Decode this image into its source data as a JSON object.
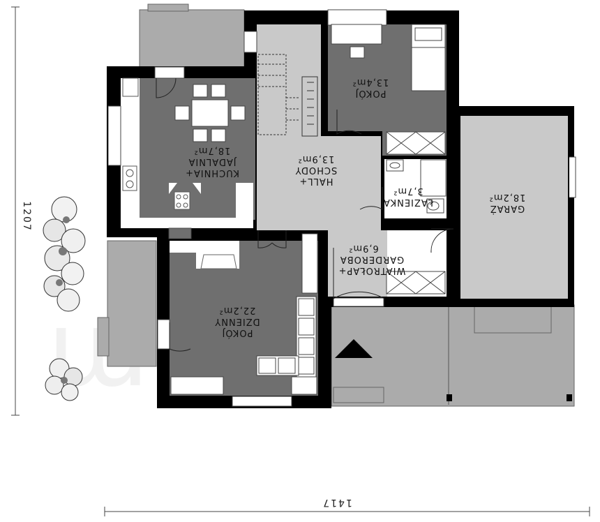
{
  "dimensions": {
    "width": "1417",
    "height": "1207"
  },
  "watermark": "extradom",
  "rooms": {
    "kitchen": {
      "name_1": "KUCHNIA+",
      "name_2": "JADALNIA",
      "area": "18,7m²"
    },
    "hall": {
      "name_1": "HALL+",
      "name_2": "SCHODY",
      "area": "13,9m²"
    },
    "bedroom": {
      "name_1": "POKÓJ",
      "area": "13,4m²"
    },
    "bathroom": {
      "name_1": "ŁAZIENKA",
      "area": "3,7m²"
    },
    "garage": {
      "name_1": "GARAŻ",
      "area": "18,2m²"
    },
    "vestibule": {
      "name_1": "WIATROŁAP+",
      "name_2": "GARDEROBA",
      "area": "6,9m²"
    },
    "living": {
      "name_1": "POKÓJ",
      "name_2": "DZIENNY",
      "area": "22,2m²"
    }
  },
  "colors": {
    "wall": "#000000",
    "dark_room": "#6f6f6f",
    "light_room": "#c9c9c9",
    "white_room": "#ffffff",
    "terrace": "#ababab",
    "furniture": "#ffffff"
  }
}
